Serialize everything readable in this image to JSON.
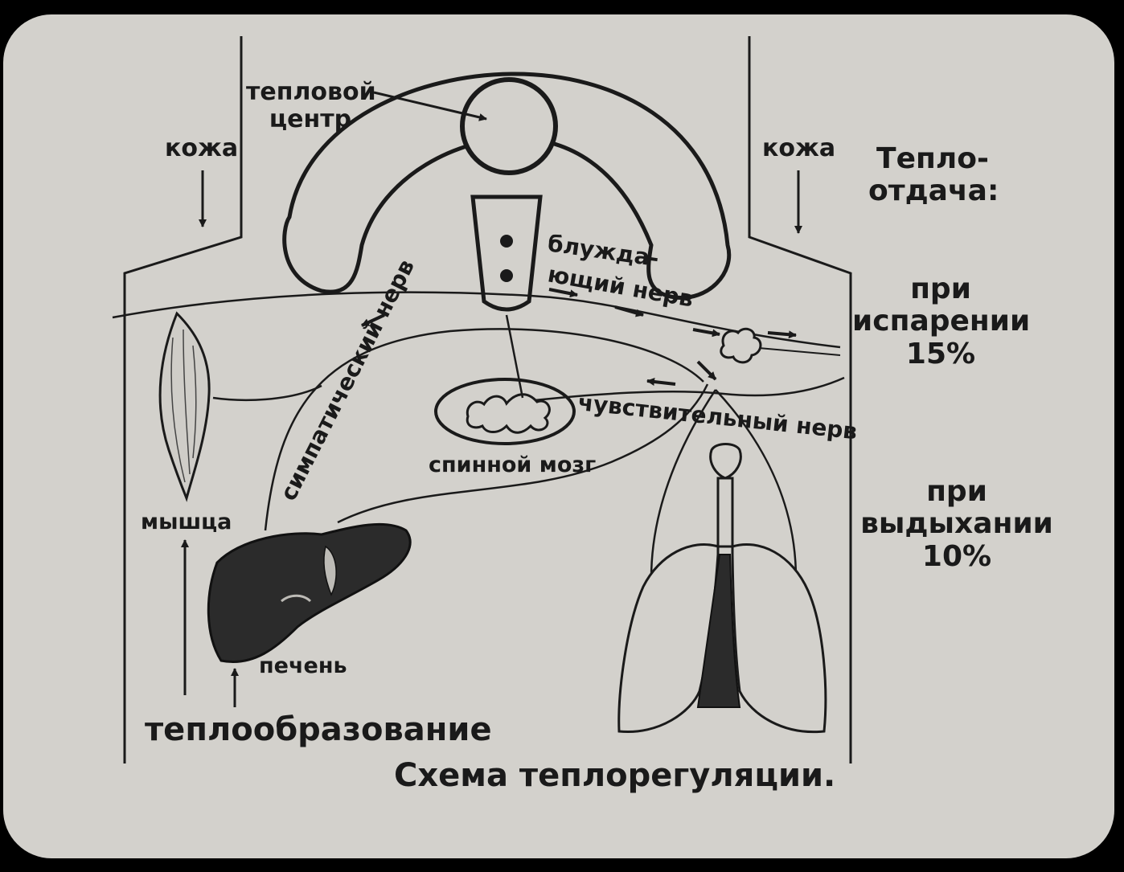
{
  "colors": {
    "background": "#000000",
    "paper": "#d3d1cc",
    "ink": "#1a1a1a",
    "organ_dark": "#2b2b2b"
  },
  "labels": {
    "heat_center": "тепловой\nцентр",
    "skin_left": "кожа",
    "skin_right": "кожа",
    "heat_loss": "Тепло-\nотдача:",
    "evaporation": "при\nиспарении\n15%",
    "exhalation": "при\nвыдыхании\n10%",
    "vagus_nerve_1": "блужда-",
    "vagus_nerve_2": "ющий нерв",
    "sympathetic_nerve": "симпатический нерв",
    "sensory_nerve": "чувствительный нерв",
    "spinal_cord": "спинной мозг",
    "muscle": "мышца",
    "liver": "печень",
    "heat_production": "теплообразование",
    "caption": "Схема теплорегуляции."
  },
  "icons": {
    "brain": "brain-icon",
    "medulla": "medulla-icon",
    "spinal_cord": "spinal-cord-icon",
    "muscle": "muscle-icon",
    "liver": "liver-icon",
    "lungs": "lungs-icon",
    "sweat_gland": "sweat-gland-icon"
  }
}
